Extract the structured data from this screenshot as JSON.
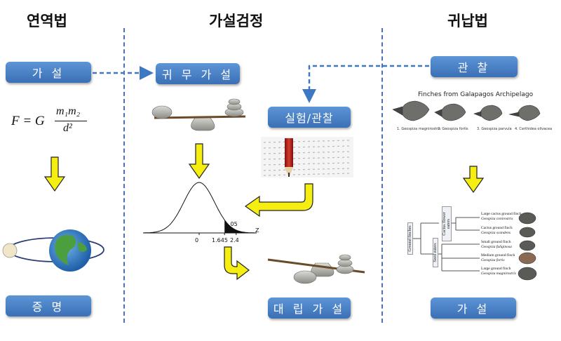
{
  "columns": {
    "deduction": "연역법",
    "hypothesis_testing": "가설검정",
    "induction": "귀납법"
  },
  "boxes": {
    "hypothesis": "가 설",
    "proof": "증 명",
    "null_hypothesis": "귀 무 가 설",
    "experiment": "실험/관찰",
    "alt_hypothesis": "대 립 가 설",
    "observation": "관 찰",
    "hypothesis_right": "가 설"
  },
  "formula": {
    "lhs": "F = G",
    "numerator": "m₁m₂",
    "denominator": "d²"
  },
  "normal_curve": {
    "axis_var": "Z",
    "ticks": [
      "0",
      "1.645",
      "2.4"
    ],
    "alpha_label": ".05"
  },
  "finches": {
    "title": "Finches from Galapagos Archipelago",
    "captions": [
      "1. Geospiza magnirostris",
      "2. Geospiza fortis",
      "3. Geospiza parvula",
      "4. Certhidea olivacea"
    ]
  },
  "phylogeny": {
    "root": "Ground finches",
    "branch_a": "Seed eaters",
    "branch_b": "Cactus flower eaters",
    "species": [
      {
        "common": "Large cactus ground finch",
        "latin": "Geospiza conirostris"
      },
      {
        "common": "Cactus ground finch",
        "latin": "Geospiza scandens"
      },
      {
        "common": "Small ground finch",
        "latin": "Geospiza fuliginosa"
      },
      {
        "common": "Medium ground finch",
        "latin": "Geospiza fortis"
      },
      {
        "common": "Large ground finch",
        "latin": "Geospiza magnirostris"
      }
    ]
  },
  "colors": {
    "box_blue": "#3b6fb6",
    "dashed_arrow": "#3f78c2",
    "yellow_arrow": "#f5ee10",
    "separator": "#4f6fb0"
  }
}
